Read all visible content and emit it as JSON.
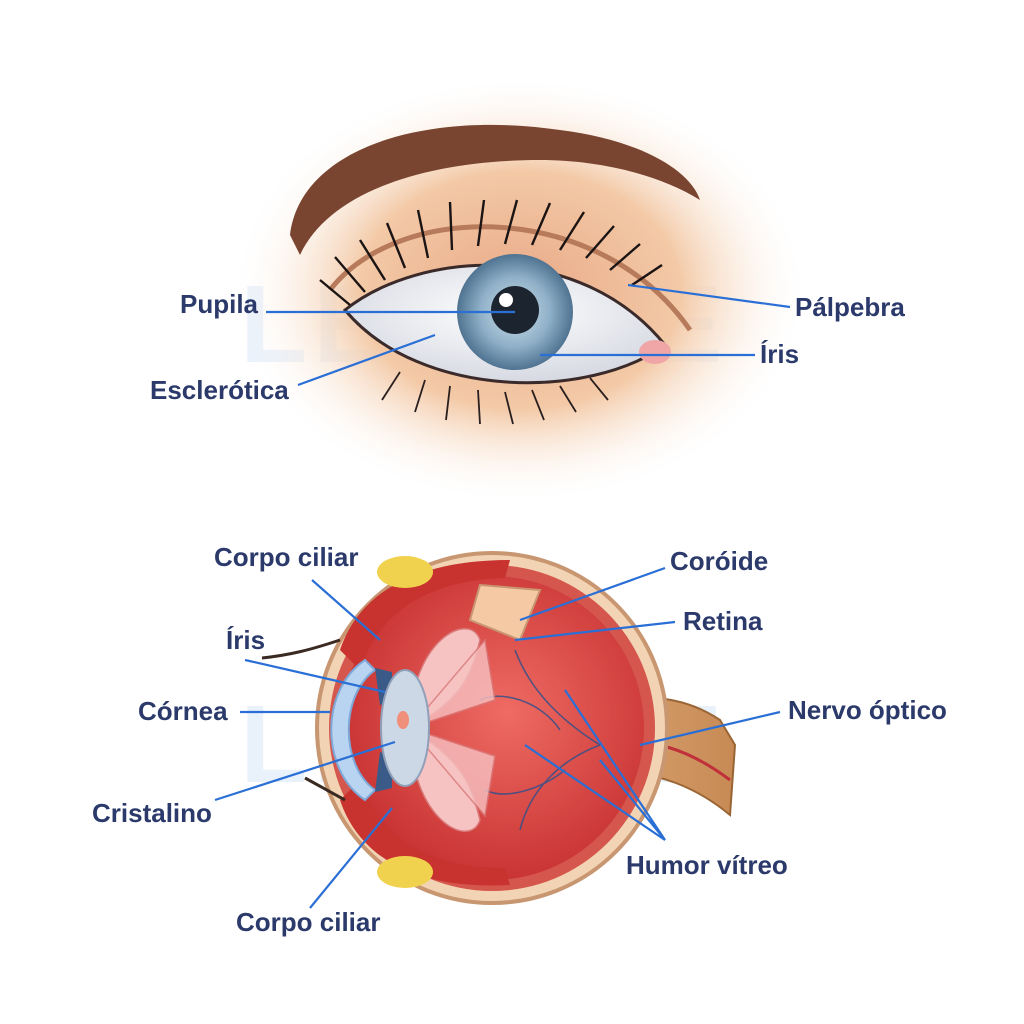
{
  "watermark": {
    "text": "LECOPE",
    "color": "#e9f1fb"
  },
  "colors": {
    "label_text": "#2b3a6b",
    "leader_line": "#2a6fd6",
    "skin": "#f3c9a6",
    "brow": "#7a4530",
    "iris": "#8fb0c8",
    "muscle": "#c8322f",
    "vitreous": "#e04545"
  },
  "external_eye": {
    "labels": {
      "pupila": "Pupila",
      "esclerotica": "Esclerótica",
      "palpebra": "Pálpebra",
      "iris": "Íris"
    }
  },
  "cross_section": {
    "labels": {
      "corpo_ciliar_top": "Corpo ciliar",
      "iris": "Íris",
      "cornea": "Córnea",
      "cristalino": "Cristalino",
      "corpo_ciliar_bottom": "Corpo ciliar",
      "coroide": "Coróide",
      "retina": "Retina",
      "nervo_optico": "Nervo óptico",
      "humor_vitreo": "Humor vítreo"
    }
  }
}
